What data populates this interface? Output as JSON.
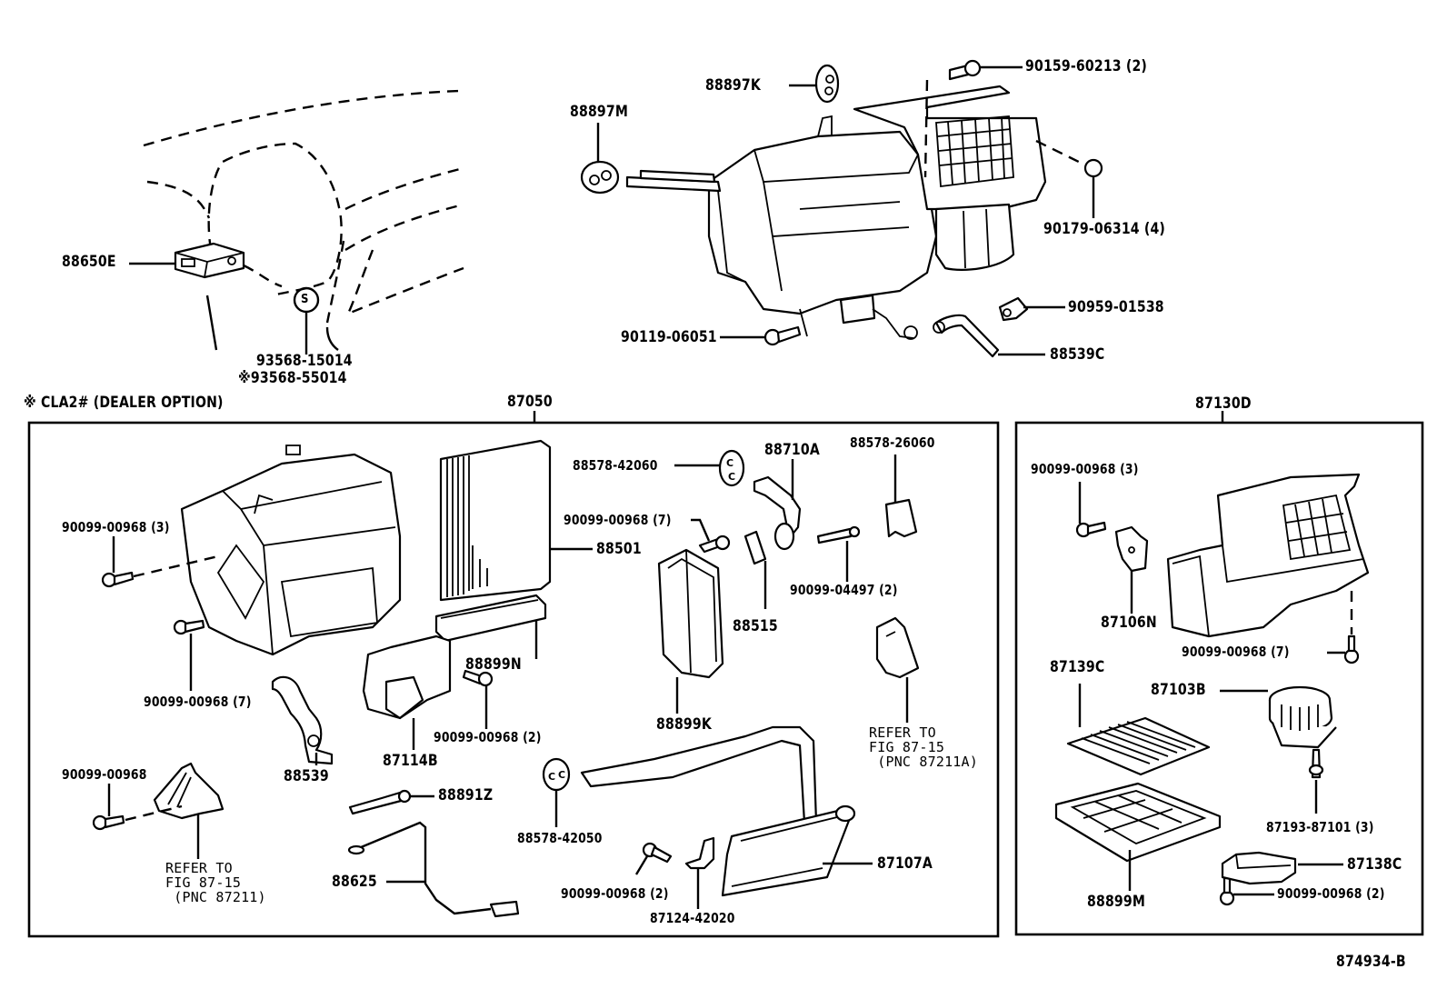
{
  "diagram": {
    "type": "exploded-parts-diagram",
    "subject": "Heater / A/C unit & blower assembly",
    "figure_code": "874934-B",
    "footnote": "※ CLA2# (DEALER OPTION)"
  },
  "top_left": {
    "labels": {
      "p88650E": "88650E",
      "p93568_15014": "93568-15014",
      "p93568_55014": "※93568-55014",
      "s_symbol": "S"
    }
  },
  "top_center": {
    "labels": {
      "p88897K": "88897K",
      "p88897M": "88897M",
      "p90159_60213": "90159-60213 (2)",
      "p90179_06314": "90179-06314 (4)",
      "p90959_01538": "90959-01538",
      "p90119_06051": "90119-06051",
      "p88539C": "88539C"
    }
  },
  "box_87050": {
    "title": "87050",
    "labels": {
      "s_00968_3": "90099-00968 (3)",
      "s_00968_7a": "90099-00968 (7)",
      "s_00968": "90099-00968",
      "ref1": "REFER TO\nFIG 87-15\n (PNC 87211)",
      "p88539": "88539",
      "p87114B": "87114B",
      "s_00968_2a": "90099-00968 (2)",
      "p88501": "88501",
      "p88899N": "88899N",
      "p88578_42060": "88578-42060",
      "s_00968_7b": "90099-00968 (7)",
      "p88710A": "88710A",
      "p88578_26060": "88578-26060",
      "p88515": "88515",
      "s_04497_2": "90099-04497 (2)",
      "p88899K": "88899K",
      "ref2": "REFER TO\nFIG 87-15\n (PNC 87211A)",
      "p88891Z": "88891Z",
      "p88625": "88625",
      "p88578_42050": "88578-42050",
      "s_00968_2b": "90099-00968 (2)",
      "p87124_42020": "87124-42020",
      "p87107A": "87107A"
    }
  },
  "box_87130D": {
    "title": "87130D",
    "labels": {
      "s_00968_3": "90099-00968 (3)",
      "p87106N": "87106N",
      "s_00968_7": "90099-00968 (7)",
      "p87139C": "87139C",
      "p87103B": "87103B",
      "p87193_87101": "87193-87101 (3)",
      "p88899M": "88899M",
      "p87138C": "87138C",
      "s_00968_2": "90099-00968 (2)"
    }
  }
}
